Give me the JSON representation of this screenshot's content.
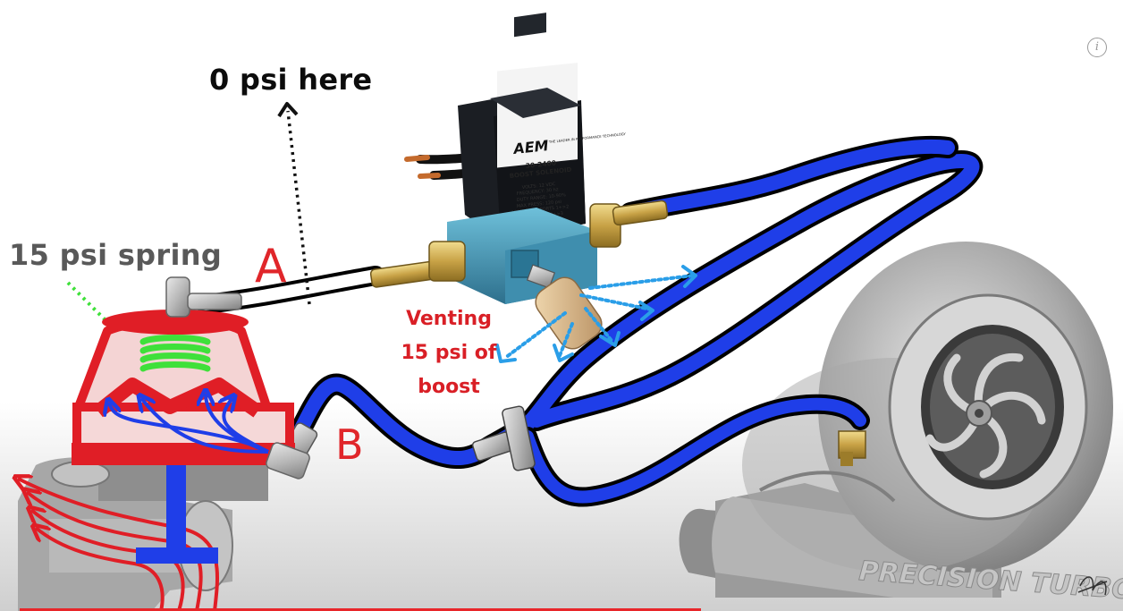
{
  "labels": {
    "zero_psi": "0 psi here",
    "spring": "15 psi spring",
    "line_a": "A",
    "line_b": "B",
    "venting": [
      "Venting",
      "15 psi of",
      "boost"
    ]
  },
  "solenoid": {
    "brand": "AEM",
    "tagline": "THE LEADER IN PERFORMANCE TECHNOLOGY",
    "part_number": "30-2400",
    "name": "BOOST SOLENOID",
    "specs": [
      "VOLTS: 12 VDC",
      "FREQUENCY: 30 hz",
      "DUTY RANGE: 10-90%",
      "MAX PRESS: 120 psi",
      "100% DUTY: PORTS 1+>2",
      "0% DUTY: PORTS 2+>3"
    ]
  },
  "turbo": {
    "brand": "PRECISION TURBO"
  },
  "info_icon": "i",
  "colors": {
    "hose_blue": "#1f3ee8",
    "pressure_red": "#e01e26",
    "spring_green": "#3fe03a",
    "vent_blue": "#2a9ee8",
    "solenoid_body": "#1a1d22",
    "valve_teal": "#3a8fb0",
    "brass": "#c9a84a"
  }
}
